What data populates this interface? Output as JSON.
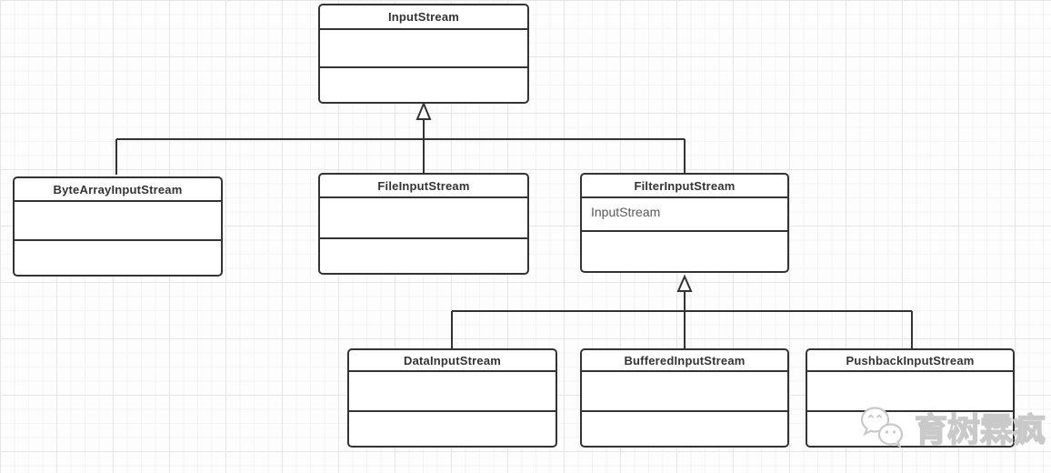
{
  "diagram": {
    "type": "uml-class-inheritance",
    "classes": [
      {
        "name": "InputStream",
        "fields": [],
        "methods": []
      },
      {
        "name": "ByteArrayInputStream",
        "fields": [],
        "methods": []
      },
      {
        "name": "FileInputStream",
        "fields": [],
        "methods": []
      },
      {
        "name": "FilterInputStream",
        "fields": [
          "InputStream"
        ],
        "methods": []
      },
      {
        "name": "DataInputStream",
        "fields": [],
        "methods": []
      },
      {
        "name": "BufferedInputStream",
        "fields": [],
        "methods": []
      },
      {
        "name": "PushbackInputStream",
        "fields": [],
        "methods": []
      }
    ],
    "relations": [
      {
        "type": "generalization",
        "parent": "InputStream",
        "children": [
          "ByteArrayInputStream",
          "FileInputStream",
          "FilterInputStream"
        ]
      },
      {
        "type": "generalization",
        "parent": "FilterInputStream",
        "children": [
          "DataInputStream",
          "BufferedInputStream",
          "PushbackInputStream"
        ]
      }
    ]
  },
  "watermark": {
    "icon": "wechat-icon",
    "text": "育树霖疯"
  },
  "colors": {
    "background": "#fdfdfd",
    "grid_minor": "#f4f4f4",
    "grid_major": "#e6e6e6",
    "box_border": "#333333",
    "title_text": "#333333",
    "field_text": "#595959",
    "connector": "#333333",
    "watermark_outline": "#c9c9c9"
  }
}
